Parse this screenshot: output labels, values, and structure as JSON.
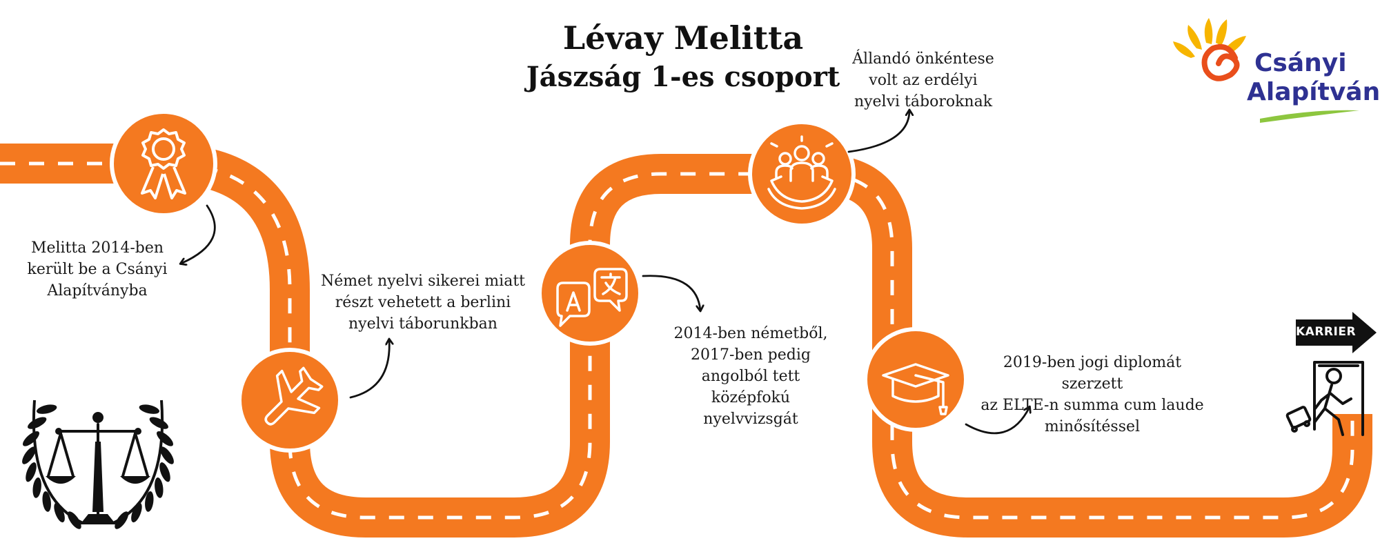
{
  "header": {
    "name": "Lévay Melitta",
    "group": "Jászság 1-es csoport"
  },
  "milestones": [
    {
      "icon": "award-ribbon-icon",
      "caption": [
        "Melitta 2014-ben",
        "került be a Csányi",
        "Alapítványba"
      ]
    },
    {
      "icon": "airplane-icon",
      "caption": [
        "Német nyelvi sikerei miatt",
        "részt vehetett a berlini",
        "nyelvi táborunkban"
      ]
    },
    {
      "icon": "translate-icon",
      "caption": [
        "2014-ben németből,",
        "2017-ben pedig",
        "angolból tett",
        "középfokú",
        "nyelvvizsgát"
      ]
    },
    {
      "icon": "community-hands-icon",
      "caption": [
        "Állandó önkéntese",
        "volt az erdélyi",
        "nyelvi táboroknak"
      ]
    },
    {
      "icon": "graduation-cap-icon",
      "caption": [
        "2019-ben jogi diplomát szerzett",
        "az ELTE-n summa cum laude",
        "minősítéssel"
      ]
    }
  ],
  "logo": {
    "line1": "Csányi",
    "line2": "Alapítvány"
  },
  "exit_sign": {
    "label": "KARRIER"
  },
  "colors": {
    "road": "#f47920",
    "logo_text": "#2e3192",
    "logo_sun": "#f7b500",
    "logo_swirl": "#e94e1b",
    "logo_grass": "#8dc63f"
  }
}
